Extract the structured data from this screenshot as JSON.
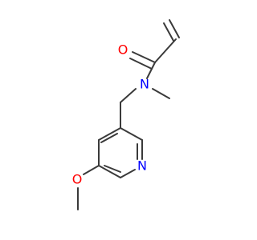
{
  "colors": {
    "bond": "#3a3a3a",
    "oxygen": "#ff0000",
    "nitrogen": "#0000ff",
    "background": "#ffffff"
  },
  "atoms": {
    "carbonyl_oxygen": "O",
    "amide_nitrogen": "N",
    "pyridine_nitrogen": "N",
    "ether_oxygen": "O"
  }
}
